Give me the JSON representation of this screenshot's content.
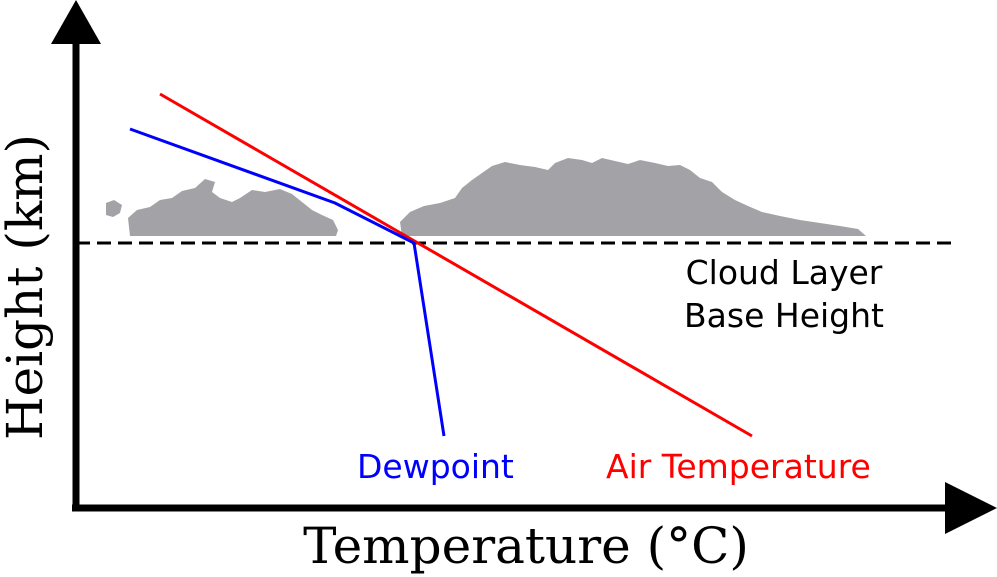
{
  "axes": {
    "x_label": "Temperature (°C)",
    "y_label": "Height (km)"
  },
  "annotations": {
    "cloud_base_line1": "Cloud Layer",
    "cloud_base_line2": "Base Height"
  },
  "series": {
    "dewpoint": {
      "label": "Dewpoint",
      "color": "#0000ff"
    },
    "air_temperature": {
      "label": "Air Temperature",
      "color": "#ff0000"
    }
  },
  "colors": {
    "axis": "#000000",
    "cloud": "#a3a3a7",
    "base_line": "#000000"
  },
  "icons": [
    "cloud-icon",
    "arrow-up-icon",
    "arrow-right-icon"
  ]
}
